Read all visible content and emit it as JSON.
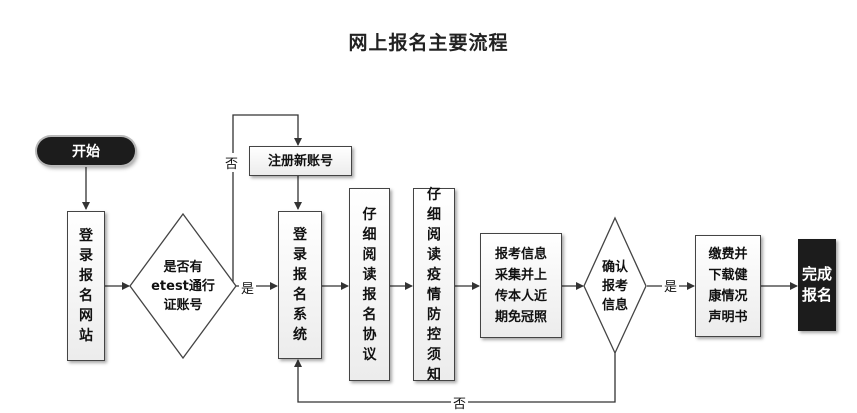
{
  "title": "网上报名主要流程",
  "nodes": {
    "start": "开始",
    "login_site": "登录报名网站",
    "check_account": "是否有\netest通行\n证账号",
    "register": "注册新账号",
    "login_system": "登录报名系统",
    "read_agreement": "仔细阅读报名协议",
    "read_epidemic": "仔细阅读疫情防控须知",
    "collect_info": "报考信息\n采集并上\n传本人近\n期免冠照",
    "confirm_info": "确认\n报考\n信息",
    "pay_download": "缴费并\n下载健\n康情况\n声明书",
    "finish": "完成报名"
  },
  "edges": {
    "yes_account": "是",
    "no_account": "否",
    "yes_confirm": "是",
    "no_confirm": "否"
  },
  "colors": {
    "line": "#333333",
    "dark_node": "#1c1c1c"
  }
}
